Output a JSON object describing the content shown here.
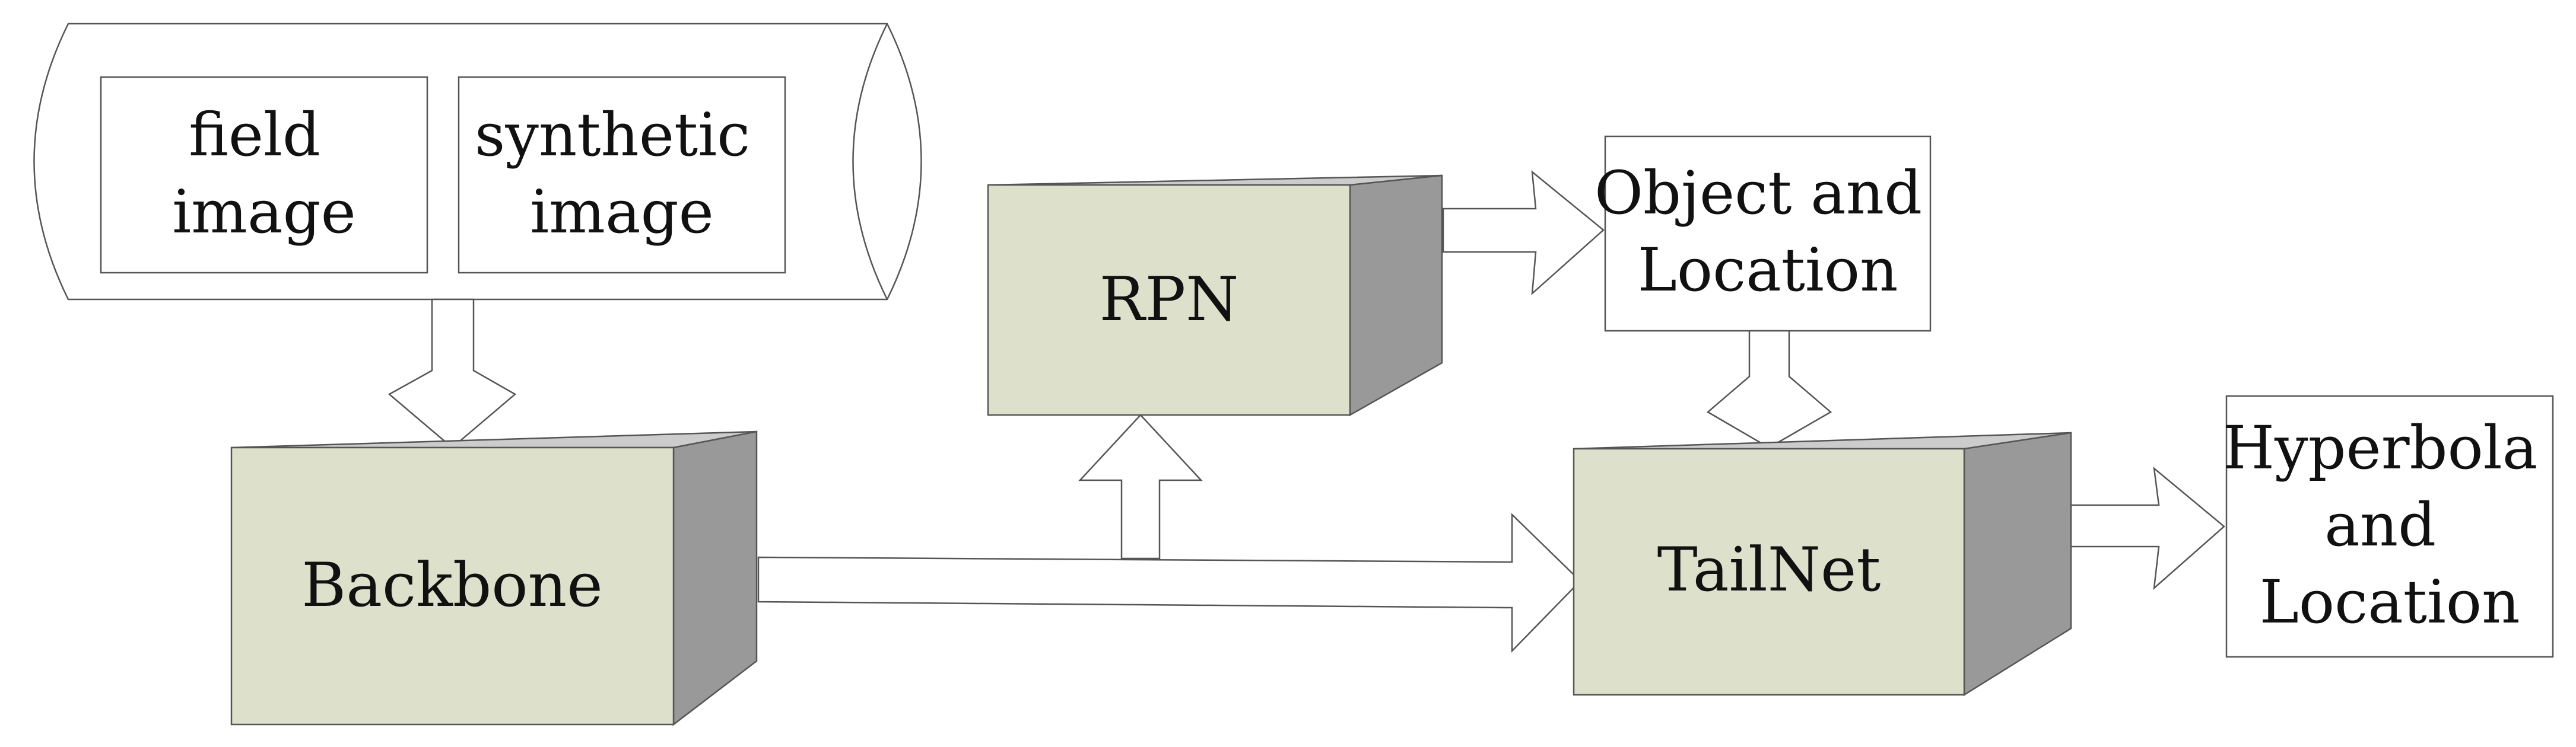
{
  "data_source": {
    "items": [
      {
        "lines": [
          "field",
          "image"
        ]
      },
      {
        "lines": [
          "synthetic",
          "image"
        ]
      }
    ]
  },
  "blocks": {
    "backbone": "Backbone",
    "rpn": "RPN",
    "tailnet": "TailNet"
  },
  "outputs": {
    "object_location": [
      "Object and",
      "Location"
    ],
    "hyperbola_location": [
      "Hyperbola",
      "and",
      "Location"
    ]
  },
  "colors": {
    "block_front": "#dde1cb",
    "block_side": "#999999",
    "block_top": "#cccccc",
    "outline": "#555555"
  }
}
